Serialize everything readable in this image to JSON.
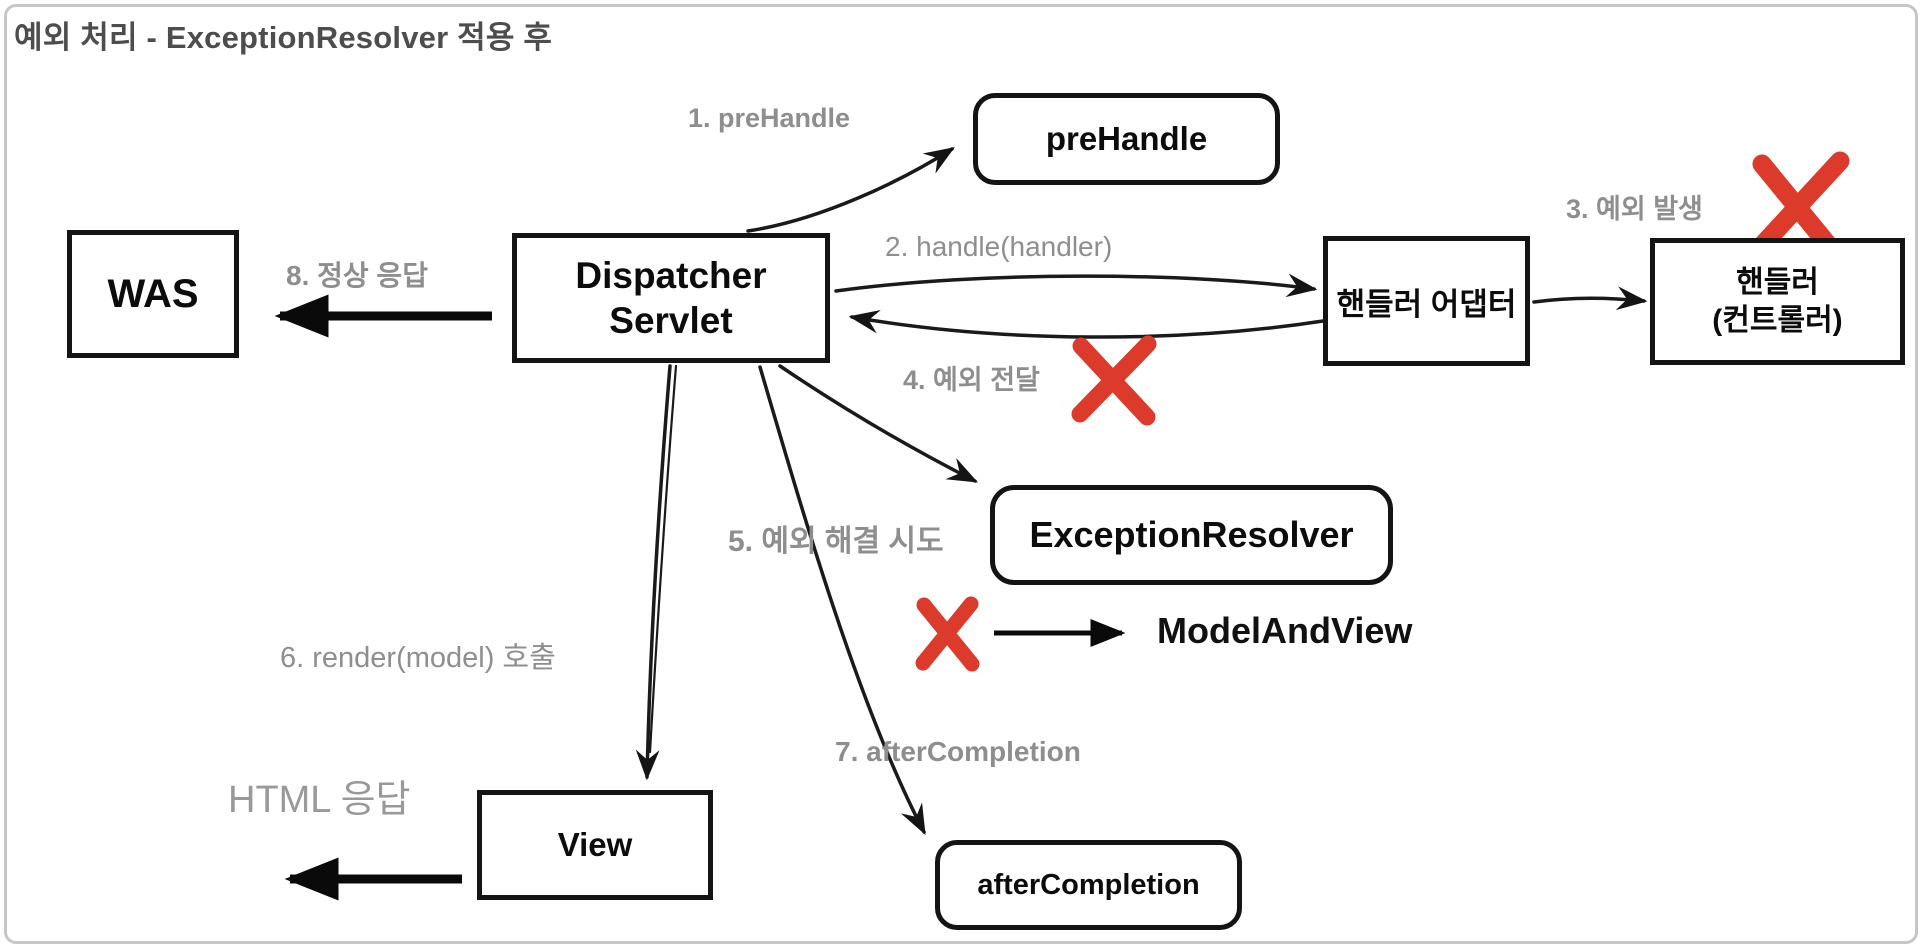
{
  "title": "예외 처리 - ExceptionResolver 적용 후",
  "colors": {
    "error_x": "#DC3A2A",
    "edge_label_gray": "#8E8E8E",
    "box_border": "#141414",
    "title_gray": "#4D4D4D"
  },
  "nodes": {
    "was": {
      "label": "WAS"
    },
    "dispatcher": {
      "line1": "Dispatcher",
      "line2": "Servlet"
    },
    "prehandle": {
      "label": "preHandle"
    },
    "handler_adapter": {
      "label": "핸들러 어댑터"
    },
    "handler": {
      "line1": "핸들러",
      "line2": "(컨트롤러)"
    },
    "exception_resolver": {
      "label": "ExceptionResolver"
    },
    "model_and_view": {
      "label": "ModelAndView"
    },
    "view": {
      "label": "View"
    },
    "after_completion": {
      "label": "afterCompletion"
    }
  },
  "edge_labels": {
    "step1": "1. preHandle",
    "step2": "2. handle(handler)",
    "step3": "3. 예외 발생",
    "step4": "4. 예외 전달",
    "step5": "5. 예외 해결 시도",
    "step6": "6. render(model) 호출",
    "step7": "7. afterCompletion",
    "step8": "8. 정상 응답",
    "html_response": "HTML 응답"
  }
}
